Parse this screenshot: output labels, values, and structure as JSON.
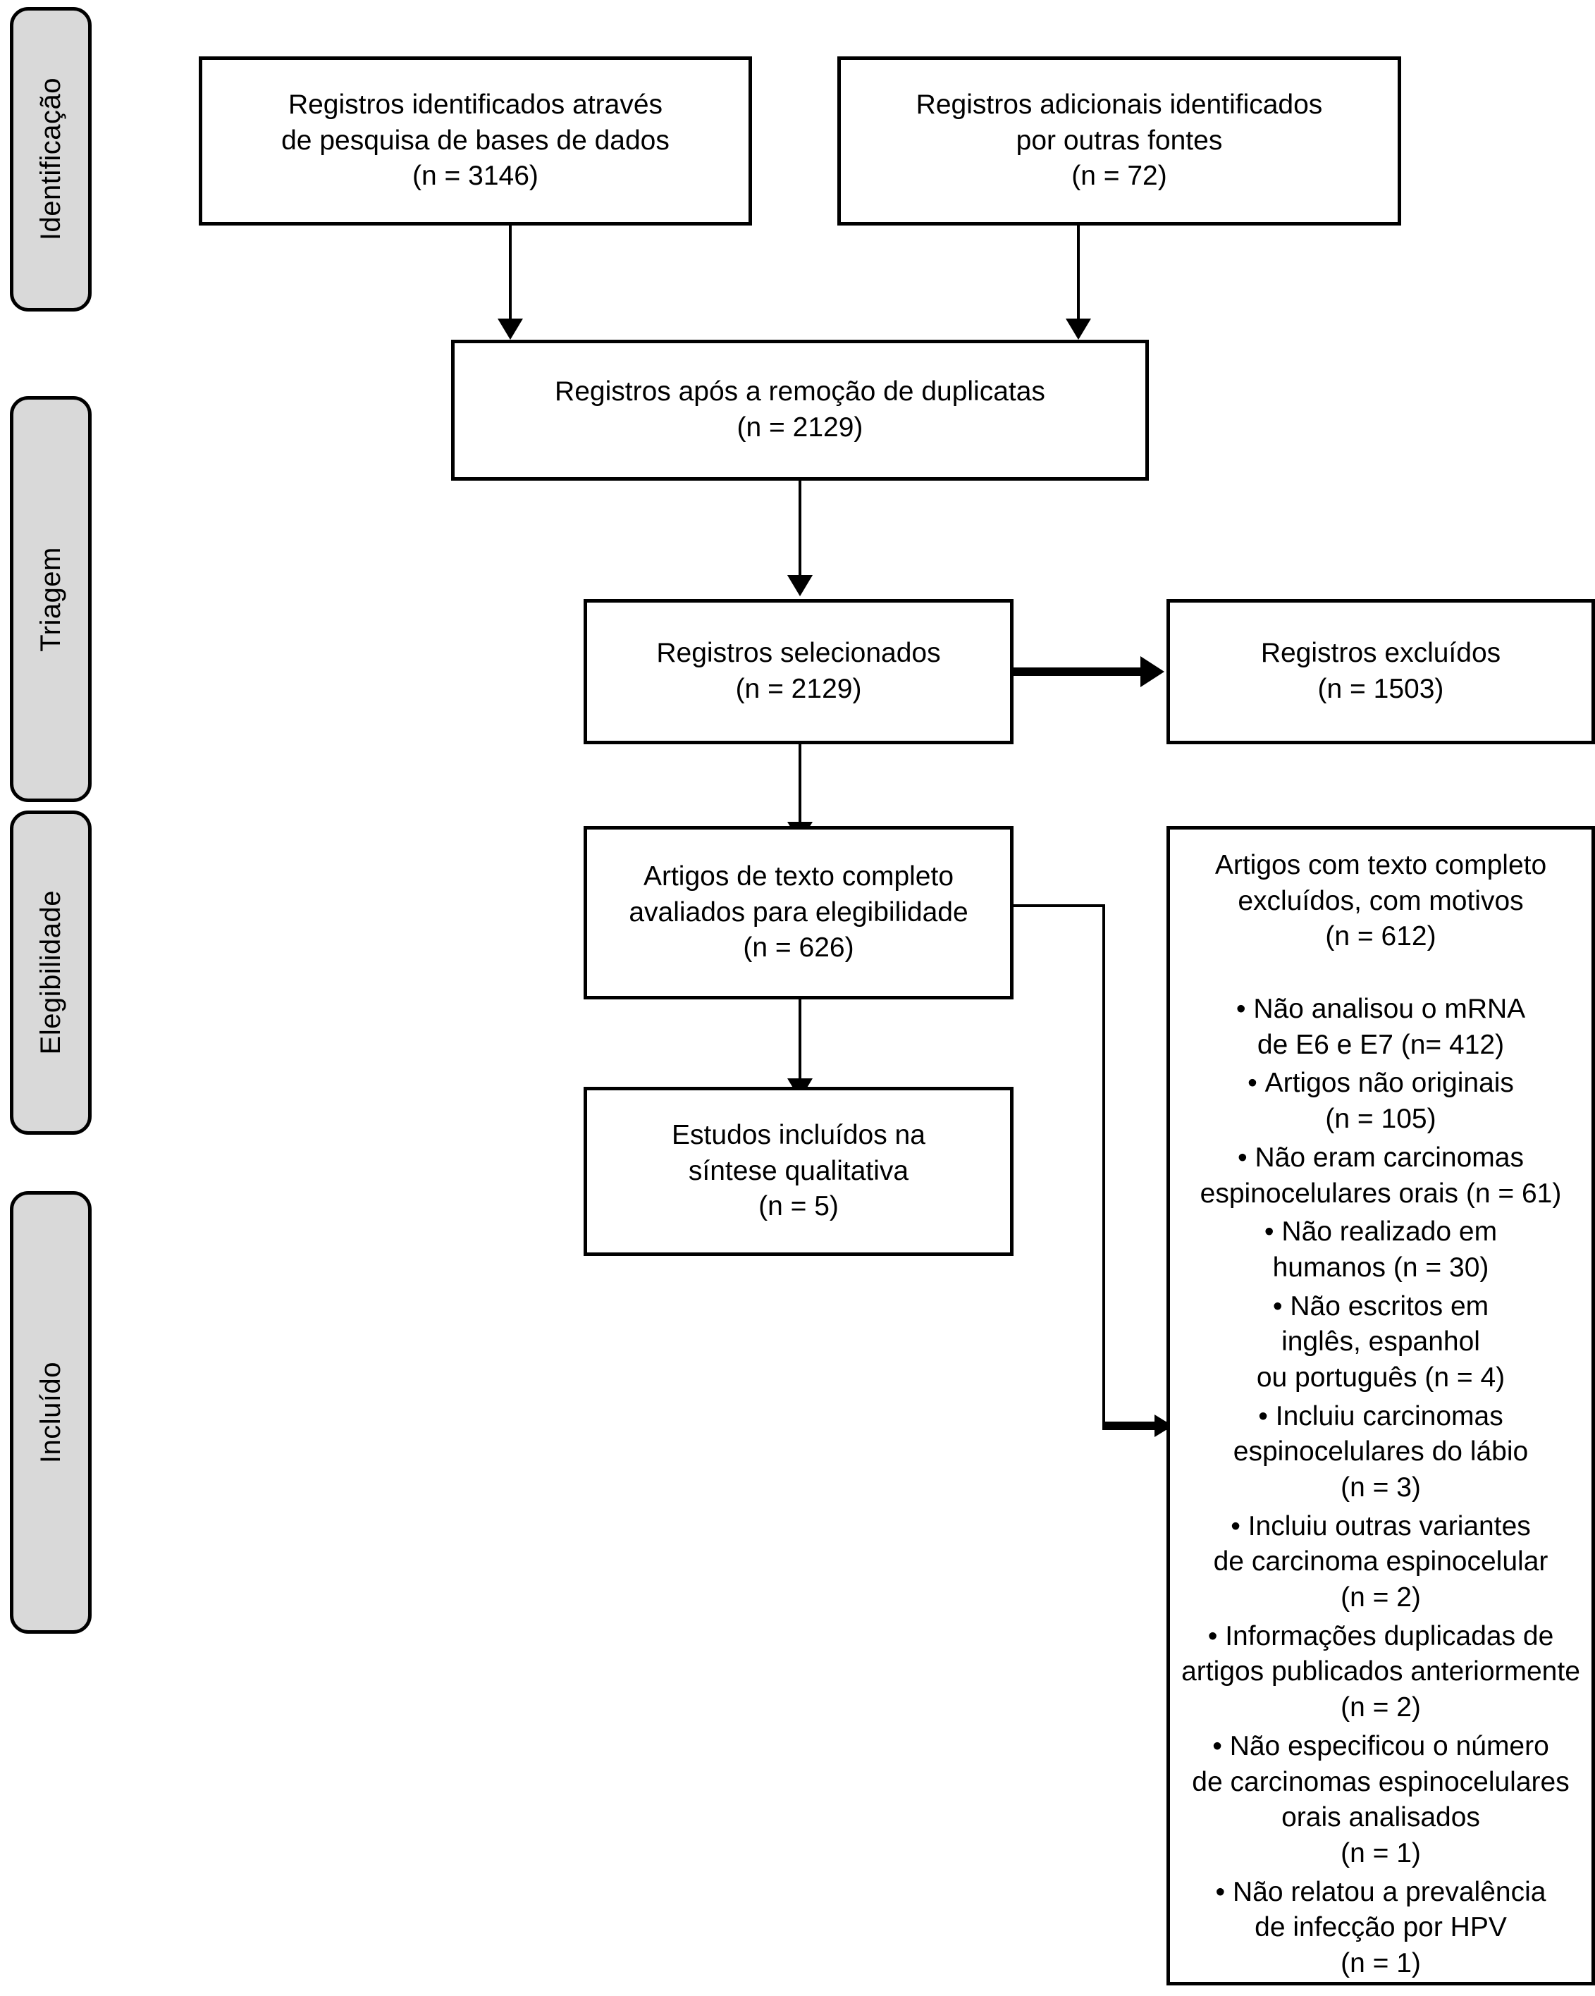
{
  "diagram": {
    "title": "PRISMA flow diagram",
    "stages": [
      {
        "id": "identificacao",
        "label": "Identificação"
      },
      {
        "id": "triagem",
        "label": "Triagem"
      },
      {
        "id": "elegibilidade",
        "label": "Elegibilidade"
      },
      {
        "id": "incluido",
        "label": "Incluído"
      }
    ],
    "boxes": {
      "records_databases": {
        "text": "Registros identificados através\nde pesquisa de bases de dados\n(n = 3146)",
        "n": 3146
      },
      "records_other_sources": {
        "text": "Registros adicionais identificados\npor outras fontes\n(n = 72)",
        "n": 72
      },
      "records_after_duplicates": {
        "text": "Registros após a remoção de duplicatas\n(n = 2129)",
        "n": 2129
      },
      "records_screened": {
        "text": "Registros selecionados\n(n = 2129)",
        "n": 2129
      },
      "records_excluded": {
        "text": "Registros excluídos\n(n = 1503)",
        "n": 1503
      },
      "fulltext_assessed": {
        "text": "Artigos de texto completo\navaliados para elegibilidade\n(n = 626)",
        "n": 626
      },
      "studies_included": {
        "text": "Estudos incluídos na\nsíntese qualitativa\n(n = 5)",
        "n": 5
      },
      "fulltext_excluded": {
        "heading": "Artigos com texto completo\nexcluídos, com motivos\n(n = 612)",
        "n": 612,
        "reasons": [
          {
            "text": "Não analisou o mRNA\nde E6 e E7 (n= 412)",
            "n": 412
          },
          {
            "text": "Artigos não originais\n(n = 105)",
            "n": 105
          },
          {
            "text": "Não eram carcinomas\nespinocelulares orais  (n = 61)",
            "n": 61
          },
          {
            "text": "Não realizado em\nhumanos (n = 30)",
            "n": 30
          },
          {
            "text": "Não escritos em\ninglês, espanhol\nou português (n = 4)",
            "n": 4
          },
          {
            "text": "Incluiu carcinomas\nespinocelulares do lábio\n(n = 3)",
            "n": 3
          },
          {
            "text": "Incluiu outras variantes\nde carcinoma espinocelular\n(n = 2)",
            "n": 2
          },
          {
            "text": "Informações duplicadas de\nartigos publicados anteriormente\n(n = 2)",
            "n": 2
          },
          {
            "text": "Não especificou o número\nde carcinomas espinocelulares\norais analisados\n(n = 1)",
            "n": 1
          },
          {
            "text": "Não relatou a prevalência\nde infecção por HPV\n(n = 1)",
            "n": 1
          }
        ]
      }
    },
    "colors": {
      "stage_fill": "#d9d9d9",
      "line": "#000000",
      "box_fill": "#ffffff"
    }
  }
}
